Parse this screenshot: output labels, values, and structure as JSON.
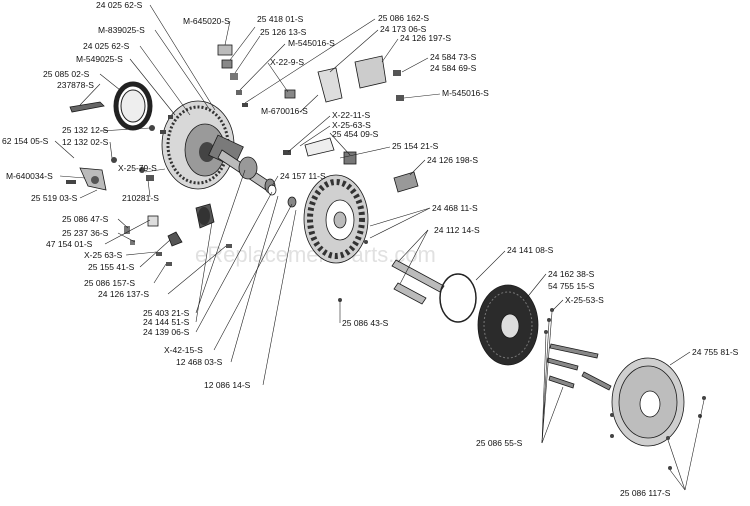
{
  "watermark": "eReplacementParts.com",
  "labels": {
    "l01": "24 025 62-S",
    "l02": "M-839025-S",
    "l03": "24 025 62-S",
    "l04": "M-549025-S",
    "l05": "25 085 02-S",
    "l06": "237878-S",
    "l07": "M-645020-S",
    "l08": "25 418 01-S",
    "l09": "25 126 13-S",
    "l10": "M-545016-S",
    "l11": "25 086 162-S",
    "l12": "24 173 06-S",
    "l13": "24 126 197-S",
    "l14": "24 584 73-S",
    "l15": "24 584 69-S",
    "l16": "M-545016-S",
    "l17": "X-22-9-S",
    "l18": "M-670016-S",
    "l19": "X-22-11-S",
    "l20": "X-25-63-S",
    "l21": "25 454 09-S",
    "l22": "62 154 05-S",
    "l23": "25 132 12-S",
    "l24": "12 132 02-S",
    "l25": "X-25-79-S",
    "l26": "25 154 21-S",
    "l27": "24 126 198-S",
    "l28": "M-640034-S",
    "l29": "25 519 03-S",
    "l30": "210281-S",
    "l31": "24 157 11-S",
    "l32": "24 468 11-S",
    "l33": "25 086 47-S",
    "l34": "25 237 36-S",
    "l35": "47 154 01-S",
    "l36": "24 112 14-S",
    "l37": "X-25 63-S",
    "l38": "25 155 41-S",
    "l39": "24 141 08-S",
    "l40": "25 086 157-S",
    "l41": "24 126 137-S",
    "l42": "24 162 38-S",
    "l43": "54 755 15-S",
    "l44": "X-25-53-S",
    "l45": "25 403 21-S",
    "l46": "24 144 51-S",
    "l47": "24 139 06-S",
    "l48": "25 086 43-S",
    "l49": "24 755 81-S",
    "l50": "X-42-15-S",
    "l51": "12 468 03-S",
    "l52": "12 086 14-S",
    "l53": "25 086 55-S",
    "l54": "25 086 117-S"
  }
}
